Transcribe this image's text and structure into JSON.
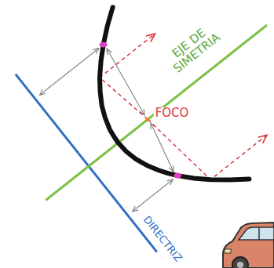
{
  "diagram": {
    "labels": [
      "EJE DE SIMETRIA",
      "FOCO",
      "DIRECTRIZ"
    ]
  }
}
